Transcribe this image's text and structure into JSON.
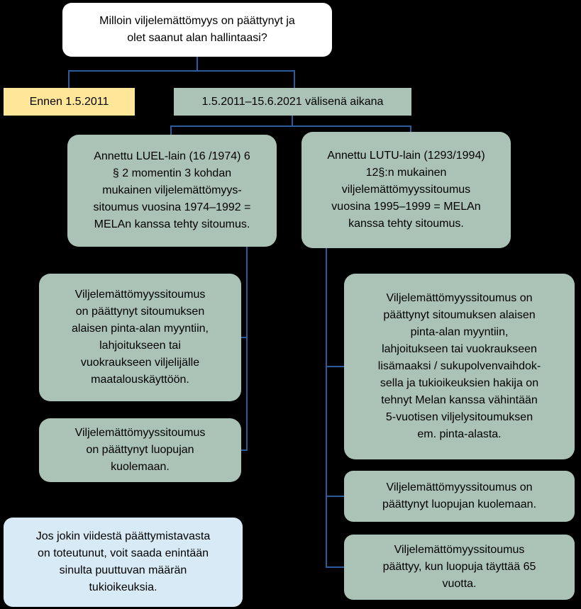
{
  "colors": {
    "background": "#000000",
    "connector": "#2e5b9e",
    "box_green": "#abc3b7",
    "box_yellow": "#ffe699",
    "box_white": "#ffffff",
    "box_blue": "#d8eaf6",
    "text": "#000000"
  },
  "nodes": {
    "question": "Milloin viljelemättömyys on päättynyt ja\nolet saanut alan hallintaasi?",
    "before": "Ennen 1.5.2011",
    "period": "1.5.2011–15.6.2021 välisenä aikana",
    "luel": "Annettu LUEL-lain (16 /1974) 6\n§ 2 momentin 3 kohdan\nmukainen viljelemättömyys-\nsitoumus vuosina 1974–1992 =\nMELAn kanssa tehty sitoumus.",
    "lutu": "Annettu LUTU-lain (1293/1994)\n12§:n mukainen\nviljelemättömyyssitoumus\nvuosina 1995–1999 = MELAn\nkanssa tehty sitoumus.",
    "left_end_1": "Viljelemättömyyssitoumus\non päättynyt sitoumuksen\nalaisen pinta-alan myyntiin,\nlahjoitukseen tai\nvuokraukseen viljelijälle\nmaatalouskäyttöön.",
    "left_end_2": "Viljelemättömyyssitoumus\non päättynyt luopujan\nkuolemaan.",
    "right_end_1": "Viljelemättömyyssitoumus on\npäättynyt sitoumuksen alaisen\npinta-alan myyntiin,\nlahjoitukseen tai vuokraukseen\nlisämaaksi / sukupolvenvaihdok-\nsella ja tukioikeuksien hakija on\ntehnyt Melan kanssa vähintään\n5-vuotisen viljelysitoumuksen\nem. pinta-alasta.",
    "right_end_2": "Viljelemättömyyssitoumus on\npäättynyt luopujan kuolemaan.",
    "right_end_3": "Viljelemättömyyssitoumus\npäättyy, kun luopuja täyttää 65\nvuotta.",
    "note": "Jos jokin viidestä päättymistavasta\non toteutunut, voit saada enintään\nsinulta puuttuvan määrän\ntukioikeuksia."
  }
}
